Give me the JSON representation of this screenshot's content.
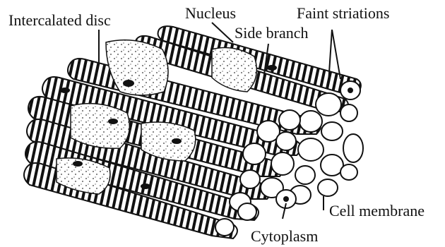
{
  "labels": {
    "intercalated_disc": "Intercalated disc",
    "nucleus": "Nucleus",
    "faint_striations": "Faint striations",
    "side_branch": "Side branch",
    "cell_membrane": "Cell membrane",
    "cytoplasm": "Cytoplasm"
  },
  "colors": {
    "ink": "#111111",
    "paper": "#ffffff",
    "stipple": "#333333"
  }
}
